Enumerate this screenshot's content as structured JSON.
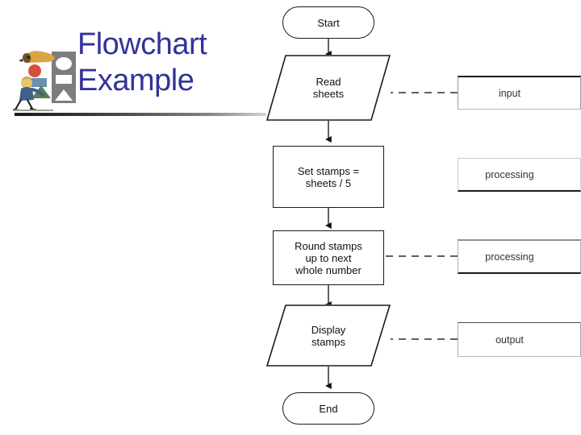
{
  "title": {
    "text": "Flowchart\nExample",
    "color": "#333399"
  },
  "clipart": {
    "name": "person-sorting-shapes-with-dog-clipart",
    "alt": "Person carrying shapes toward a shape-sorter panel, with a dog"
  },
  "flowchart": {
    "nodes": [
      {
        "id": "start",
        "shape": "terminator",
        "label": "Start"
      },
      {
        "id": "read",
        "shape": "parallelogram",
        "label": "Read\nsheets"
      },
      {
        "id": "setstamps",
        "shape": "process",
        "label": "Set stamps =\nsheets / 5"
      },
      {
        "id": "round",
        "shape": "process",
        "label": "Round stamps\nup to next\nwhole number"
      },
      {
        "id": "display",
        "shape": "parallelogram",
        "label": "Display\nstamps"
      },
      {
        "id": "end",
        "shape": "terminator",
        "label": "End"
      }
    ],
    "connectors": [
      {
        "from": "start",
        "to": "read",
        "style": "arrow"
      },
      {
        "from": "read",
        "to": "setstamps",
        "style": "arrow"
      },
      {
        "from": "setstamps",
        "to": "round",
        "style": "arrow"
      },
      {
        "from": "round",
        "to": "display",
        "style": "arrow"
      },
      {
        "from": "display",
        "to": "end",
        "style": "arrow"
      }
    ],
    "annotations": [
      {
        "id": "ann-input",
        "label": "input",
        "target": "read",
        "connector": "dashed"
      },
      {
        "id": "ann-processing-1",
        "label": "processing",
        "target": "setstamps",
        "connector": "none"
      },
      {
        "id": "ann-processing-2",
        "label": "processing",
        "target": "round",
        "connector": "dashed"
      },
      {
        "id": "ann-output",
        "label": "output",
        "target": "display",
        "connector": "dashed"
      }
    ]
  }
}
